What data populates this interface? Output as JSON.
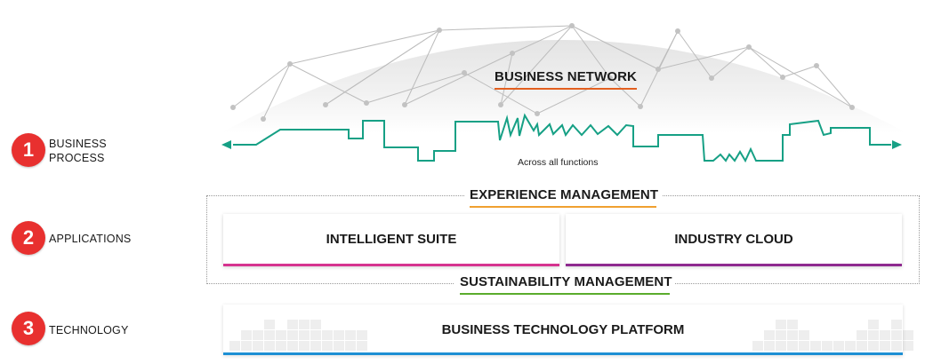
{
  "network": {
    "title": "BUSINESS NETWORK",
    "accent": "#e35f1f"
  },
  "process_line": {
    "color": "#16a085",
    "caption": "Across all functions"
  },
  "layers": [
    {
      "number": "1",
      "label": "BUSINESS\nPROCESS"
    },
    {
      "number": "2",
      "label": "APPLICATIONS"
    },
    {
      "number": "3",
      "label": "TECHNOLOGY"
    }
  ],
  "experience": {
    "title": "EXPERIENCE MANAGEMENT",
    "accent": "#f0a030"
  },
  "applications": [
    {
      "title": "INTELLIGENT SUITE",
      "accent": "#d6338f"
    },
    {
      "title": "INDUSTRY CLOUD",
      "accent": "#8e2a8f"
    }
  ],
  "sustainability": {
    "title": "SUSTAINABILITY MANAGEMENT",
    "accent": "#5aac2c"
  },
  "platform": {
    "title": "BUSINESS TECHNOLOGY PLATFORM",
    "accent": "#1d8fd4"
  },
  "colors": {
    "badge": "#e8302f",
    "dome_top": "#e6e6e6",
    "network_lines": "#b9b9b9"
  }
}
